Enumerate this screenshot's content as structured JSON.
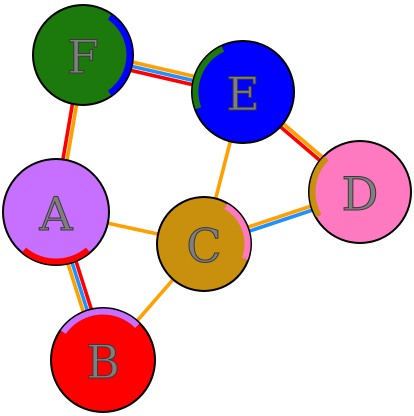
{
  "colors": {
    "orange": "#ff9f00",
    "red": "#ff0000",
    "blue": "#1e90ff",
    "green": "#1b7a0b",
    "violet": "#c770ff",
    "gold": "#c8900c",
    "pink": "#ff79c0",
    "deep_blue": "#0000ff"
  },
  "nodes": [
    {
      "id": "F",
      "label": "F",
      "fill": "#1b7a0b"
    },
    {
      "id": "E",
      "label": "E",
      "fill": "#0000ff"
    },
    {
      "id": "A",
      "label": "A",
      "fill": "#c770ff"
    },
    {
      "id": "D",
      "label": "D",
      "fill": "#ff79c0"
    },
    {
      "id": "C",
      "label": "C",
      "fill": "#c8900c"
    },
    {
      "id": "B",
      "label": "B",
      "fill": "#ff0000"
    }
  ],
  "edges": [
    {
      "from": "F",
      "to": "E",
      "colors": [
        "#ff9f00",
        "#1e90ff",
        "#ff0000"
      ]
    },
    {
      "from": "F",
      "to": "A",
      "colors": [
        "#ff9f00",
        "#ff0000"
      ]
    },
    {
      "from": "E",
      "to": "C",
      "colors": [
        "#ff9f00"
      ]
    },
    {
      "from": "E",
      "to": "D",
      "colors": [
        "#ff9f00",
        "#ff0000"
      ]
    },
    {
      "from": "A",
      "to": "C",
      "colors": [
        "#ff9f00"
      ]
    },
    {
      "from": "A",
      "to": "B",
      "colors": [
        "#ff0000",
        "#1e90ff",
        "#ff9f00"
      ]
    },
    {
      "from": "C",
      "to": "D",
      "colors": [
        "#ff9f00",
        "#1e90ff"
      ]
    },
    {
      "from": "C",
      "to": "B",
      "colors": [
        "#ff9f00"
      ]
    }
  ]
}
